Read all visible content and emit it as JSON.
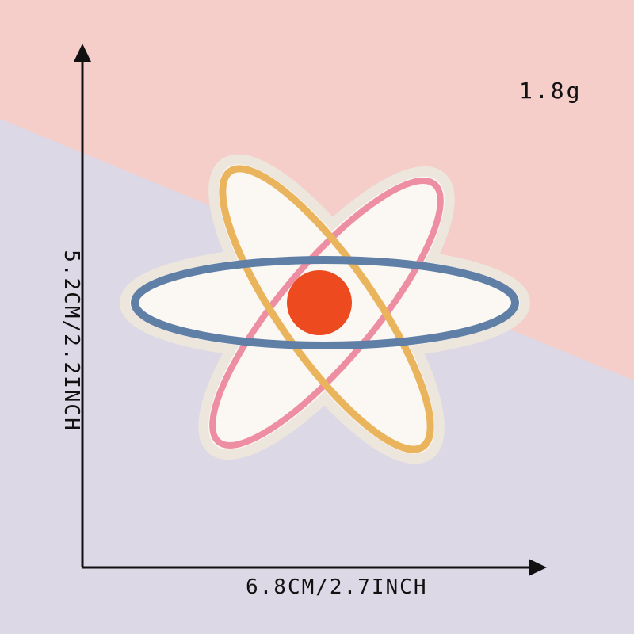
{
  "product": {
    "weight": "1.8g",
    "height_label": "5.2CM/2.2INCH",
    "width_label": "6.8CM/2.7INCH"
  },
  "icons": [
    "atom-patch",
    "arrow-up-icon",
    "arrow-right-icon"
  ],
  "colors": {
    "background_pink": "#f5cdc9",
    "background_lavender": "#ddd8e6",
    "patch_fabric": "#fbf7f3",
    "orbit_yellow": "#e9b45c",
    "orbit_pink": "#ee8ea3",
    "orbit_blue": "#5f7fa6",
    "nucleus_orange": "#ee4a1f"
  }
}
